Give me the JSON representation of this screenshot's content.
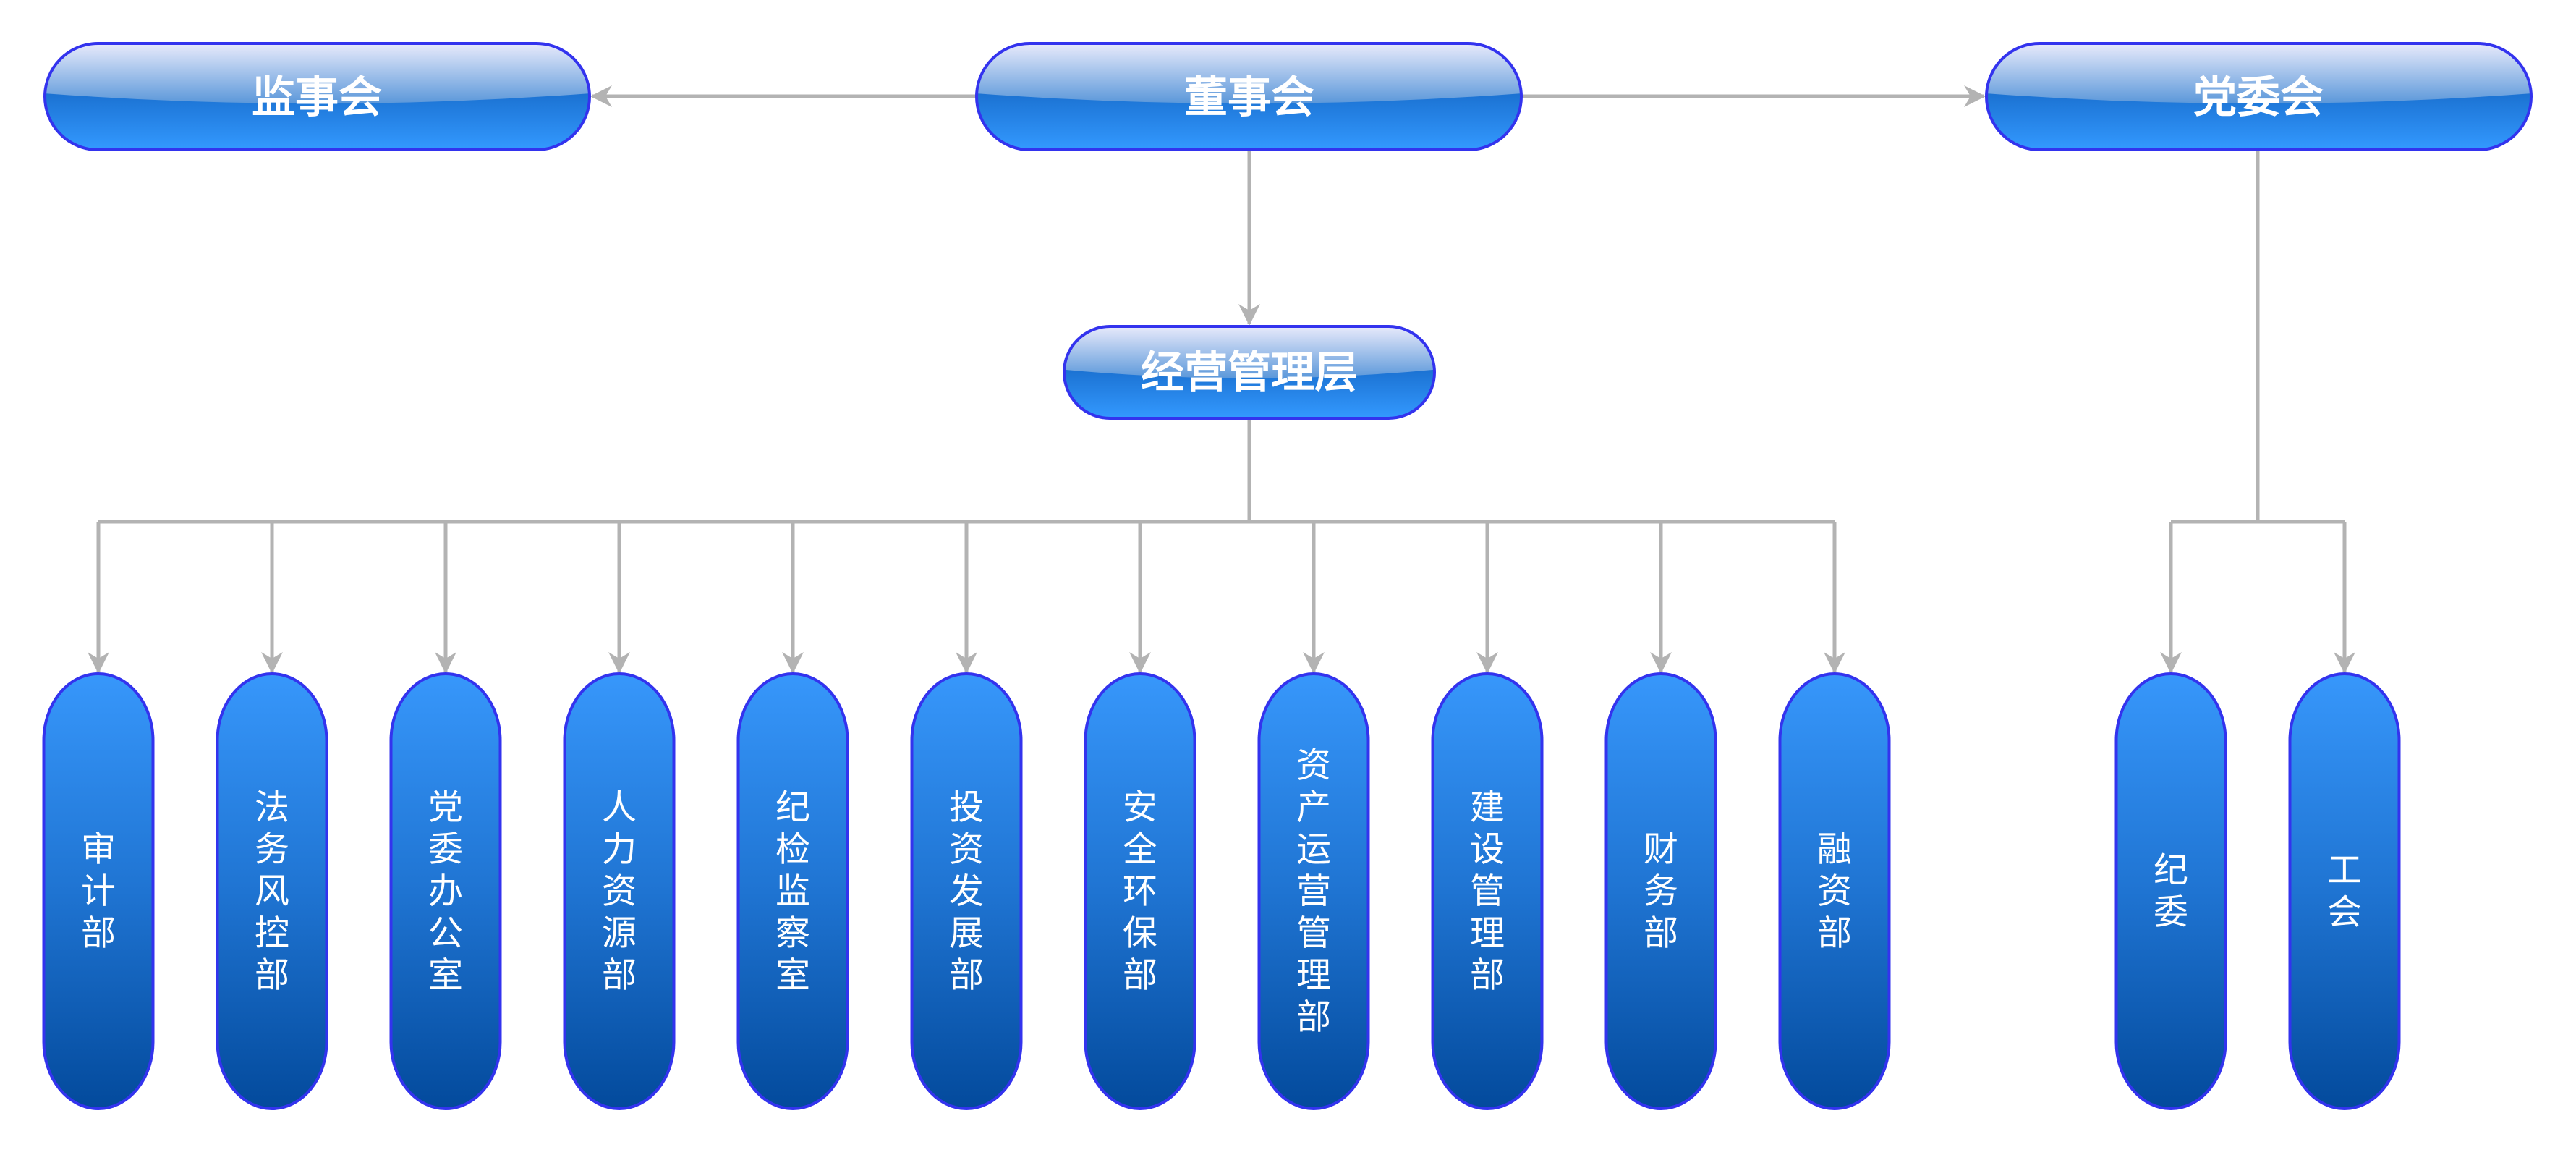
{
  "diagram": {
    "type": "org-chart",
    "colors": {
      "node_border": "#3333ee",
      "node_top": "#3592f6",
      "node_bottom": "#044a9e",
      "gloss_light": "#e6e8fa",
      "connector": "#b3b3b3",
      "text": "#ffffff"
    },
    "top_nodes": {
      "supervisory_board": {
        "label": "监事会"
      },
      "board_of_directors": {
        "label": "董事会"
      },
      "party_committee": {
        "label": "党委会"
      }
    },
    "management": {
      "label": "经营管理层"
    },
    "departments": [
      {
        "label": "审计部"
      },
      {
        "label": "法务风控部"
      },
      {
        "label": "党委办公室"
      },
      {
        "label": "人力资源部"
      },
      {
        "label": "纪检监察室"
      },
      {
        "label": "投资发展部"
      },
      {
        "label": "安全环保部"
      },
      {
        "label": "资产运营管理部"
      },
      {
        "label": "建设管理部"
      },
      {
        "label": "财务部"
      },
      {
        "label": "融资部"
      }
    ],
    "party_units": [
      {
        "label": "纪委"
      },
      {
        "label": "工会"
      }
    ],
    "relations": [
      {
        "from": "董事会",
        "to": "监事会"
      },
      {
        "from": "董事会",
        "to": "党委会"
      },
      {
        "from": "董事会",
        "to": "经营管理层"
      },
      {
        "from": "经营管理层",
        "to": "departments"
      },
      {
        "from": "党委会",
        "to": "party_units"
      }
    ]
  }
}
